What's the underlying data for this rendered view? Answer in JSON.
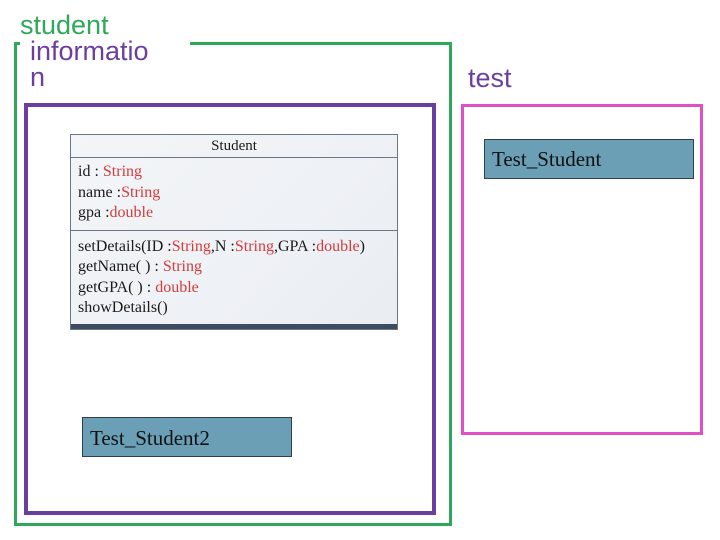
{
  "packages": {
    "student": {
      "title_lines": [
        "student",
        "informatio",
        "n"
      ]
    },
    "test": {
      "title": "test"
    }
  },
  "colors": {
    "student_package_border": "#2ea85a",
    "inner_package_border": "#6a3fa0",
    "test_package_border": "#e04fc8",
    "class_box_fill": "#6a9fb6",
    "uml_type_text": "#d23c3c"
  },
  "uml_class": {
    "name": "Student",
    "attributes": [
      {
        "name": "id : ",
        "type": "String"
      },
      {
        "name": "name :",
        "type": "String"
      },
      {
        "name": "gpa :",
        "type": "double"
      }
    ],
    "operations": [
      {
        "parts": [
          "setDetails(ID :",
          "String",
          ",N :",
          "String",
          ",GPA :",
          "double",
          ")"
        ]
      },
      {
        "parts": [
          "getName( ) : ",
          "String"
        ]
      },
      {
        "parts": [
          "getGPA( ) : ",
          "double"
        ]
      },
      {
        "parts": [
          "showDetails()"
        ]
      }
    ]
  },
  "class_boxes": {
    "test_student": "Test_Student",
    "test_student2": "Test_Student2"
  }
}
